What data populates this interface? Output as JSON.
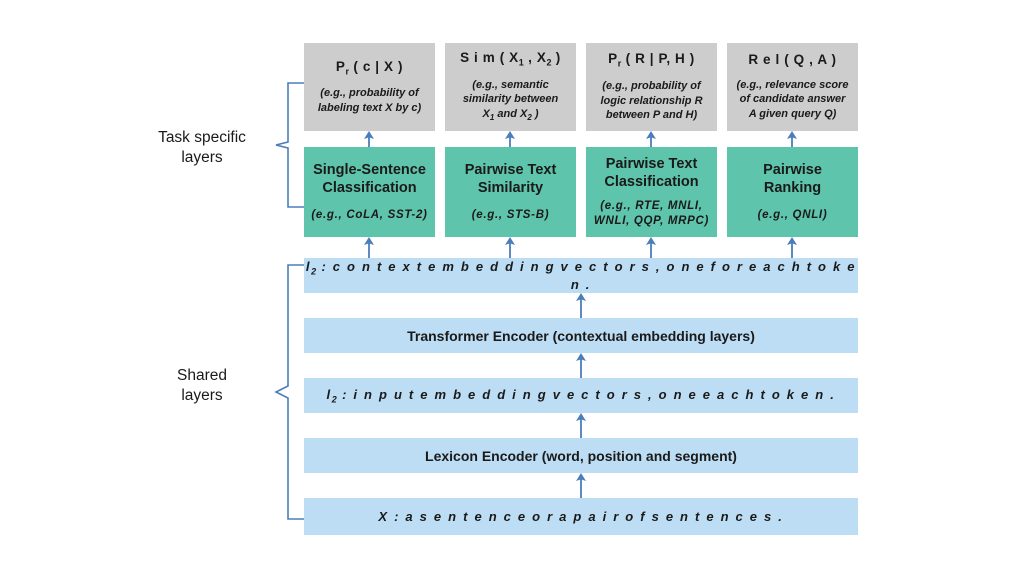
{
  "diagram": {
    "title": "MT-DNN multi-task model architecture",
    "colors": {
      "output_box": "#cdcdcd",
      "task_box": "#5ec4ab",
      "shared_bar": "#bcddf4",
      "arrow": "#4a7ebb",
      "brace": "#4a7ebb",
      "text": "#1a1a1a"
    }
  },
  "groups": [
    {
      "id": "task-specific",
      "label_line1": "Task specific",
      "label_line2": "layers"
    },
    {
      "id": "shared",
      "label_line1": "Shared",
      "label_line2": "layers"
    }
  ],
  "outputs": [
    {
      "formula_html": "P<sub>r</sub> ( c | X )",
      "note_lines": [
        "(e.g., probability of",
        "labeling text X by c)"
      ]
    },
    {
      "formula_html": "S i m ( X<sub>1</sub> , X<sub>2</sub> )",
      "note_lines": [
        "(e.g., semantic",
        "similarity between",
        "X<sub>1</sub> and X<sub>2</sub> )"
      ]
    },
    {
      "formula_html": "P<sub>r</sub> ( R | P, H )",
      "note_lines": [
        "(e.g., probability of",
        "logic relationship R",
        "between P and H)"
      ]
    },
    {
      "formula_html": "R e l ( Q , A )",
      "note_lines": [
        "(e.g., relevance score",
        "of candidate answer",
        "A given query Q)"
      ]
    }
  ],
  "tasks": [
    {
      "title_lines": [
        "Single-Sentence",
        "Classification"
      ],
      "note_lines": [
        "(e.g.,  CoLA,  SST-2)"
      ]
    },
    {
      "title_lines": [
        "Pairwise Text",
        "Similarity"
      ],
      "note_lines": [
        "(e.g.,  STS-B)"
      ]
    },
    {
      "title_lines": [
        "Pairwise Text",
        "Classification"
      ],
      "note_lines": [
        "(e.g.,  RTE,  MNLI,",
        "WNLI,  QQP,  MRPC)"
      ]
    },
    {
      "title_lines": [
        "Pairwise",
        "Ranking"
      ],
      "note_lines": [
        "(e.g.,  QNLI)"
      ]
    }
  ],
  "shared_layers": [
    {
      "id": "context-embedding",
      "style": "italic",
      "text_html": "l<sub>2</sub> :  c o n t e x t   e m b e d d i n g   v e c t o r s ,   o n e   f o r   e a c h   t o k e n ."
    },
    {
      "id": "transformer-encoder",
      "style": "plain",
      "text_html": "Transformer Encoder (contextual embedding layers)"
    },
    {
      "id": "input-embedding",
      "style": "italic",
      "text_html": "l<sub>2</sub> :  i n p u t   e m b e d d i n g   v e c t o r s ,   o n e   e a c h   t o k e n ."
    },
    {
      "id": "lexicon-encoder",
      "style": "plain",
      "text_html": "Lexicon Encoder (word, position and segment)"
    },
    {
      "id": "model-input",
      "style": "italic",
      "text_html": "X :  a   s e n t e n c e   o r   a   p a i r   o f   s e n t e n c e s ."
    }
  ]
}
